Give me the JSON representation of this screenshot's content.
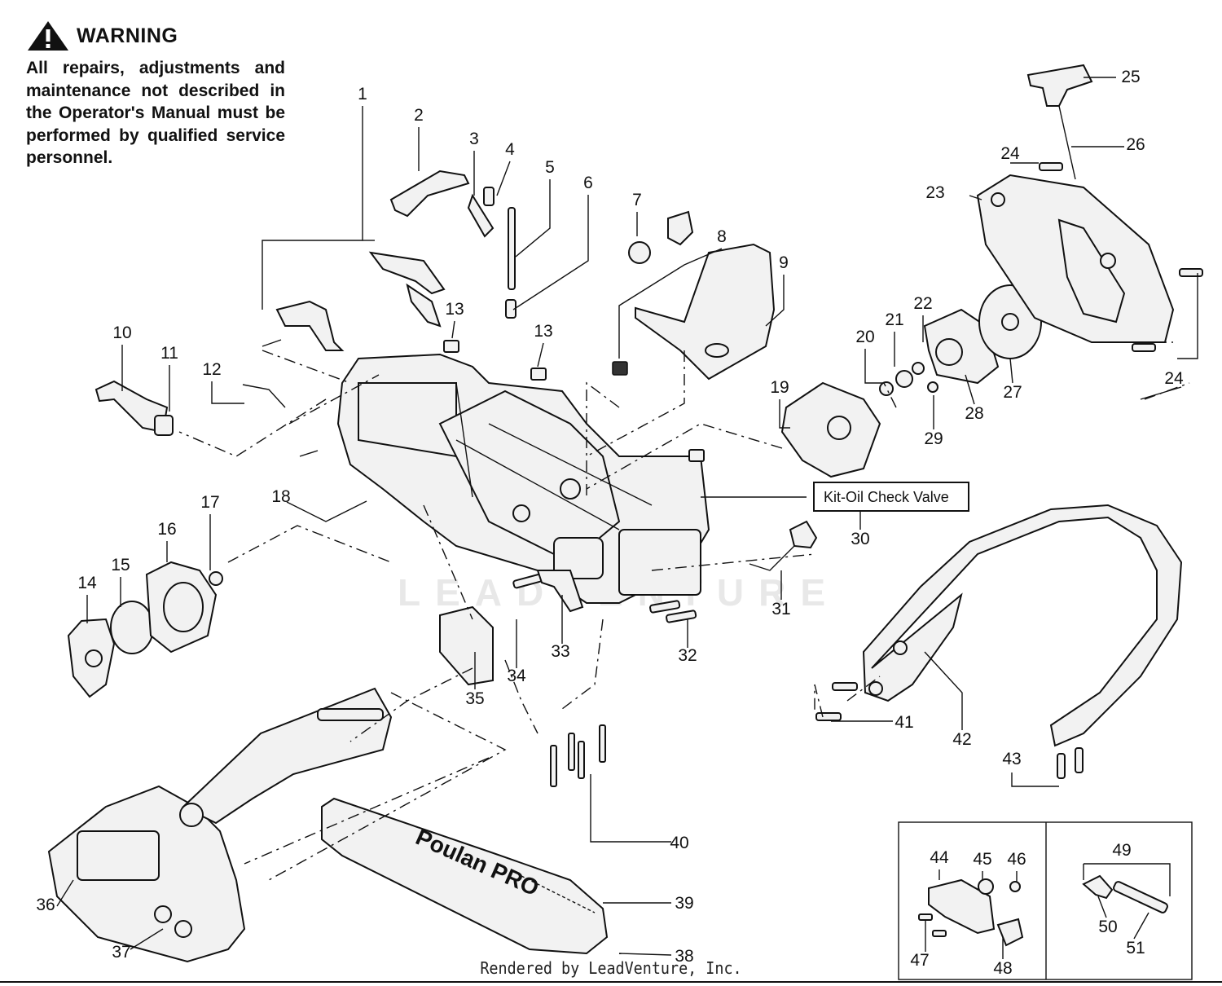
{
  "warning": {
    "title": "WARNING",
    "text": "All repairs, adjustments and maintenance not described in the Operator's Manual must be performed by qualified service personnel."
  },
  "callouts": [
    "1",
    "2",
    "3",
    "4",
    "5",
    "6",
    "7",
    "8",
    "9",
    "10",
    "11",
    "12",
    "13",
    "13",
    "14",
    "15",
    "16",
    "17",
    "18",
    "19",
    "20",
    "21",
    "22",
    "23",
    "24",
    "24",
    "25",
    "26",
    "27",
    "28",
    "29",
    "30",
    "31",
    "32",
    "33",
    "34",
    "35",
    "36",
    "37",
    "38",
    "39",
    "40",
    "41",
    "42",
    "43",
    "44",
    "45",
    "46",
    "47",
    "48",
    "49",
    "50",
    "51"
  ],
  "kit_label": "Kit-Oil Check Valve",
  "bar_brand": "Poulan PRO",
  "watermark": "LEADVENTURE",
  "footer": "Rendered by LeadVenture, Inc."
}
